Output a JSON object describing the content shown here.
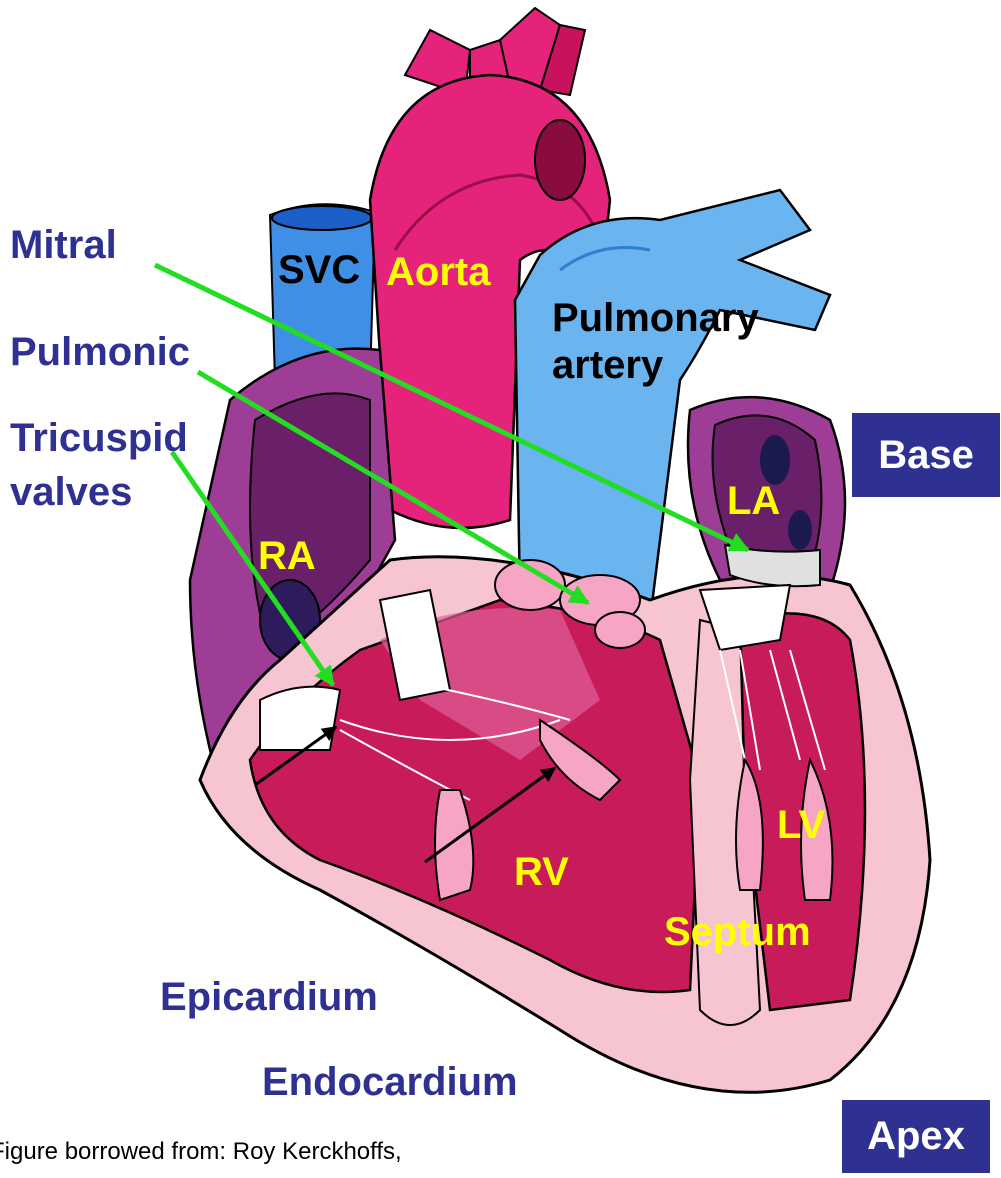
{
  "colors": {
    "label_blue": "#2e3192",
    "label_yellow": "#ffff00",
    "arrow_green": "#22dd22",
    "aorta": "#e5237a",
    "pulmonary_artery": "#6ab4f0",
    "svc": "#3f8fe6",
    "myocardium": "#f7c4d1",
    "chamber": "#c81b5a",
    "atrium": "#7a2b78"
  },
  "valve_labels": {
    "mitral": "Mitral",
    "pulmonic": "Pulmonic",
    "tricuspid": "Tricuspid",
    "valves": "valves"
  },
  "vessel_labels": {
    "svc": "SVC",
    "aorta": "Aorta",
    "pulmonary_line1": "Pulmonary",
    "pulmonary_line2": "artery"
  },
  "chamber_labels": {
    "ra": "RA",
    "la": "LA",
    "lv": "LV",
    "rv": "RV",
    "septum": "Septum"
  },
  "layer_labels": {
    "epicardium": "Epicardium",
    "endocardium": "Endocardium"
  },
  "orientation": {
    "base": "Base",
    "apex": "Apex"
  },
  "credit": "Figure borrowed from: Roy Kerckhoffs,"
}
